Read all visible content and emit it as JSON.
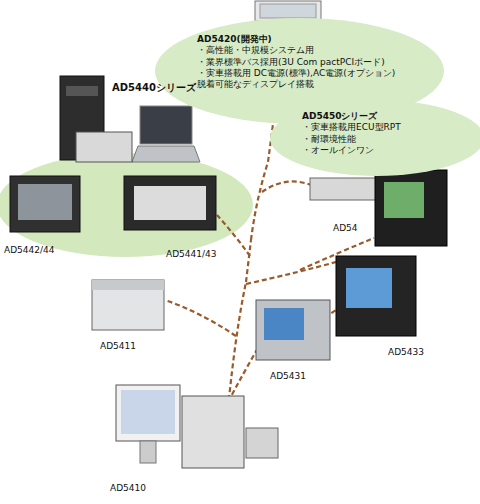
{
  "diagram": {
    "nodes": [
      {
        "text": [
          "AD5420(開発中)",
          "・高性能・中規模システム用",
          "・業界標準バス採用(3U Com pactPCIボード)",
          "・実車搭載用 DC電源(標準),AC電源(オプション) 脱着可能なディスプレイ搭載"
        ]
      },
      {
        "text": [
          "AD5440シリーズ",
          "AD5442/44",
          "AD5441/43"
        ]
      },
      {
        "text": [
          "AD5450シリーズ",
          "・実車搭載用ECU型RPT",
          "・耐環境性能",
          "・オールインワン"
        ]
      }
    ],
    "labels": [
      "AD54",
      "AD5433",
      "AD5431",
      "AD5411",
      "AD5410"
    ]
  }
}
